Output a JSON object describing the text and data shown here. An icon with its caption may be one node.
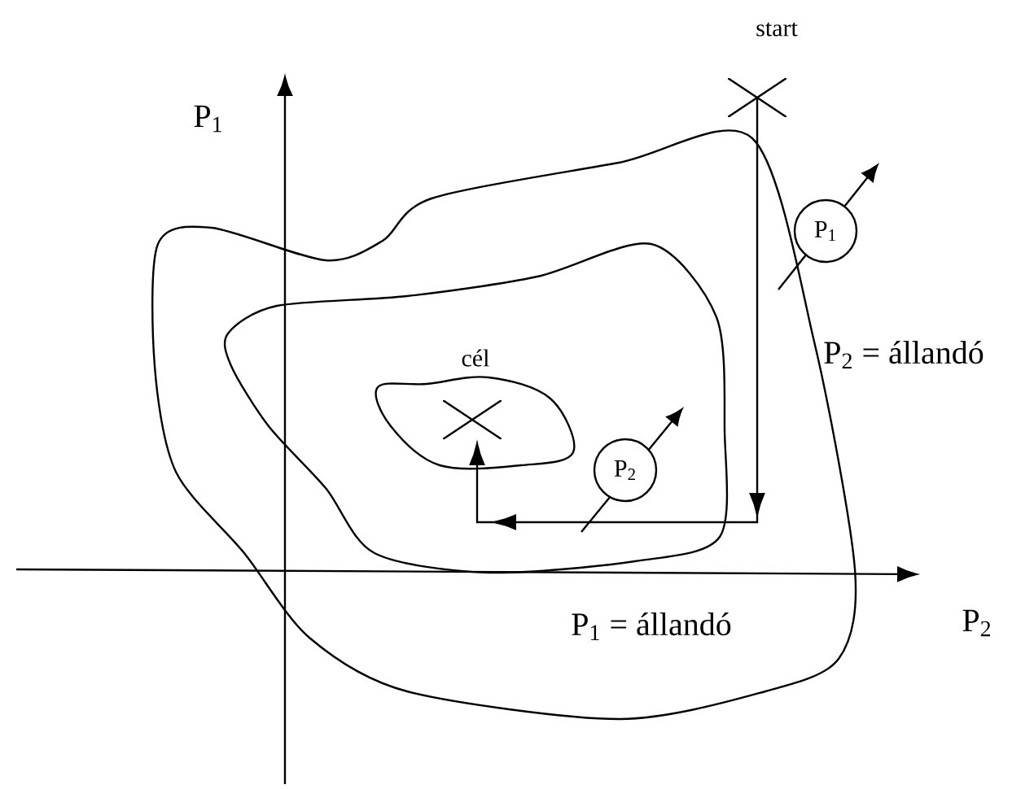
{
  "diagram": {
    "nodes": [
      {
        "text": [],
        "shape": "cross",
        "beside": [
          "start"
        ]
      },
      {
        "text": [],
        "shape": "cross",
        "beside": [
          "cél"
        ]
      },
      {
        "text": [
          "P$_{1}$"
        ]
      },
      {
        "text": [
          "P$_{2}$"
        ]
      }
    ],
    "edges": [
      {
        "from": 0,
        "to": 1,
        "arrow": "to"
      }
    ],
    "labels": [
      "P$_{1}$",
      "P$_{2}$ = állandó",
      "P$_{1}$ = állandó",
      "P$_{2}$"
    ]
  }
}
